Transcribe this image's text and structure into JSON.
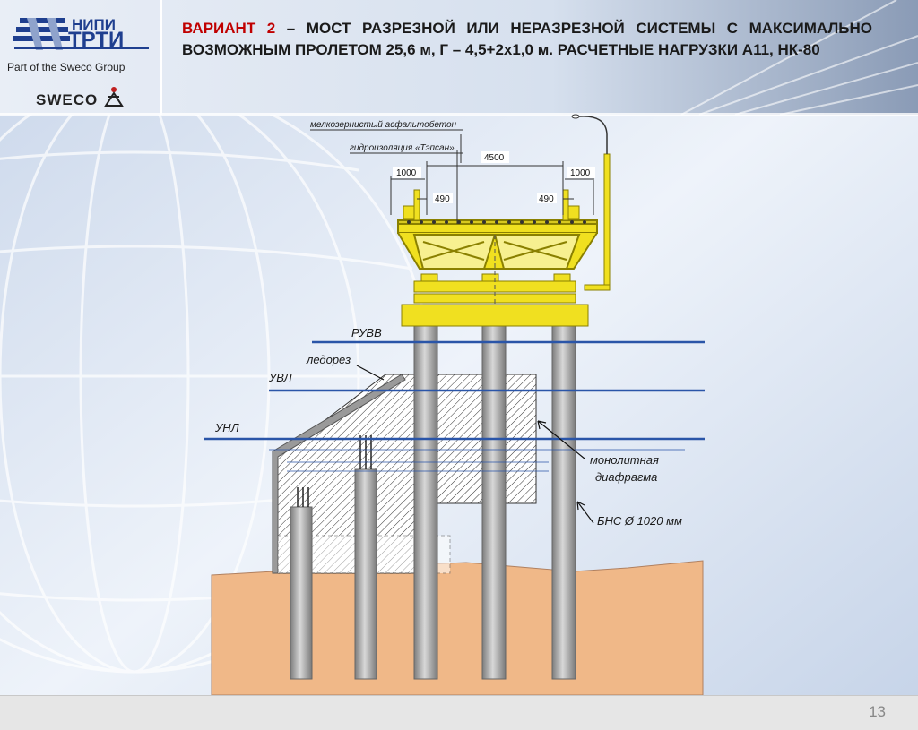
{
  "logo": {
    "word_top": "НИПИ",
    "word_main": "ТРТИ",
    "part_of": "Part of the Sweco Group",
    "sweco": "SWECO"
  },
  "title": {
    "variant": "ВАРИАНТ 2",
    "rest": " – МОСТ РАЗРЕЗНОЙ ИЛИ НЕРАЗРЕЗНОЙ СИСТЕМЫ С МАКСИМАЛЬНО ВОЗМОЖНЫМ ПРОЛЕТОМ 25,6 м, Г – 4,5+2х1,0 м. РАСЧЕТНЫЕ НАГРУЗКИ А11, НК-80"
  },
  "diagram": {
    "labels": {
      "asphalt": "мелкозернистый асфальтобетон",
      "waterproofing": "гидроизоляция «Тэпсан»",
      "dim_4500": "4500",
      "dim_1000_left": "1000",
      "dim_1000_right": "1000",
      "dim_490_left": "490",
      "dim_490_right": "490",
      "ruvv": "РУВВ",
      "icebreaker": "ледорез",
      "uvl": "УВЛ",
      "unl": "УНЛ",
      "diaphragm_1": "монолитная",
      "diaphragm_2": "диафрагма",
      "bns": "БНС Ø 1020 мм"
    },
    "colors": {
      "steel": "#f0e020",
      "steel_edge": "#8a8000",
      "pier": "#a9a9a9",
      "ground": "#f0b888",
      "water_line": "#2a55a8"
    }
  },
  "footer": {
    "page": "13"
  }
}
